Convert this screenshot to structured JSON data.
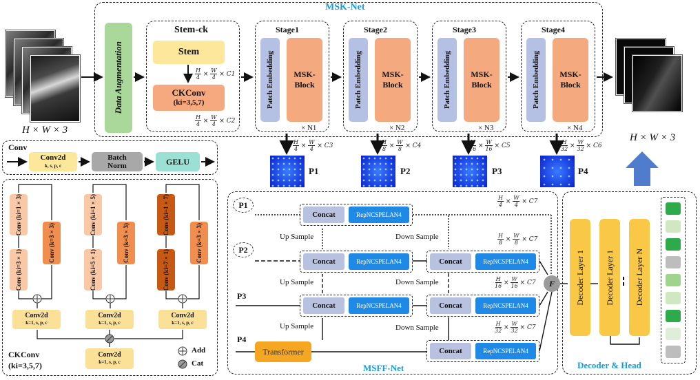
{
  "msk_net": {
    "title": "MSK-Net"
  },
  "input": {
    "size": "H × W × 3"
  },
  "output": {
    "size": "H × W × 3"
  },
  "data_augmentation": "Data Augmentation",
  "stem_ck": {
    "title": "Stem-ck",
    "stem": "Stem",
    "ckconv": "CKConv",
    "ckconv_sub": "(ki=3,5,7)",
    "dim1": [
      "H",
      "4",
      "W",
      "4",
      "C1"
    ],
    "dim2": [
      "H",
      "4",
      "W",
      "4",
      "C2"
    ]
  },
  "stages": [
    {
      "title": "Stage1",
      "pe": "Patch Embedding",
      "block": "MSK-\nBlock",
      "repeat": "× N1",
      "out": "P1",
      "dim": [
        "H",
        "4",
        "W",
        "4",
        "C3"
      ]
    },
    {
      "title": "Stage2",
      "pe": "Patch Embedding",
      "block": "MSK-\nBlock",
      "repeat": "× N2",
      "out": "P2",
      "dim": [
        "H",
        "8",
        "W",
        "8",
        "C4"
      ]
    },
    {
      "title": "Stage3",
      "pe": "Patch Embedding",
      "block": "MSK-\nBlock",
      "repeat": "× N3",
      "out": "P3",
      "dim": [
        "H",
        "16",
        "W",
        "16",
        "C5"
      ]
    },
    {
      "title": "Stage4",
      "pe": "Patch Embedding",
      "block": "MSK-\nBlock",
      "repeat": "× N4",
      "out": "P4",
      "dim": [
        "H",
        "32",
        "W",
        "32",
        "C6"
      ]
    }
  ],
  "conv_def": {
    "label": "Conv",
    "conv2d": "Conv2d",
    "conv2d_sub": "k, s, p, c",
    "bn": "Batch\nNorm",
    "gelu": "GELU"
  },
  "ckconv_detail": {
    "label": "CKConv",
    "sub": "(ki=3,5,7)",
    "conv": "Conv",
    "branch1_a": "(ki=1×3)",
    "branch1_b": "(ki=3×1)",
    "branch2_a": "(ki=1×5)",
    "branch2_b": "(ki=5×1)",
    "branch3_a": "(ki=1×7)",
    "branch3_b": "(ki=7×1)",
    "side": "(k=3×3)",
    "conv2d": "Conv2d",
    "conv2d_sub": "k=1, s, p, c",
    "add": "Add",
    "cat": "Cat"
  },
  "msff": {
    "title": "MSFF-Net",
    "p1": "P1",
    "p2": "P2",
    "p3": "P3",
    "p4": "P4",
    "concat": "Concat",
    "rep": "RepNCSPELAN4",
    "up": "Up Sample",
    "down": "Down Sample",
    "transformer": "Transformer",
    "f": "F",
    "dims": [
      [
        "H",
        "4",
        "W",
        "4",
        "C7"
      ],
      [
        "H",
        "8",
        "W",
        "8",
        "C7"
      ],
      [
        "H",
        "16",
        "W",
        "16",
        "C7"
      ],
      [
        "H",
        "32",
        "W",
        "32",
        "C7"
      ]
    ]
  },
  "decoder": {
    "title": "Decoder & Head",
    "l1": "Decoder Layer 1",
    "l2": "Decoder Layer 1",
    "ln": "Decoder Layer N"
  },
  "colors": {
    "stage_block": "#f4a97f",
    "patch_embed": "#b4c0e4",
    "repncspelan": "#1f8ae6",
    "decoder": "#f9c846",
    "title_blue": "#1a9ad9"
  }
}
